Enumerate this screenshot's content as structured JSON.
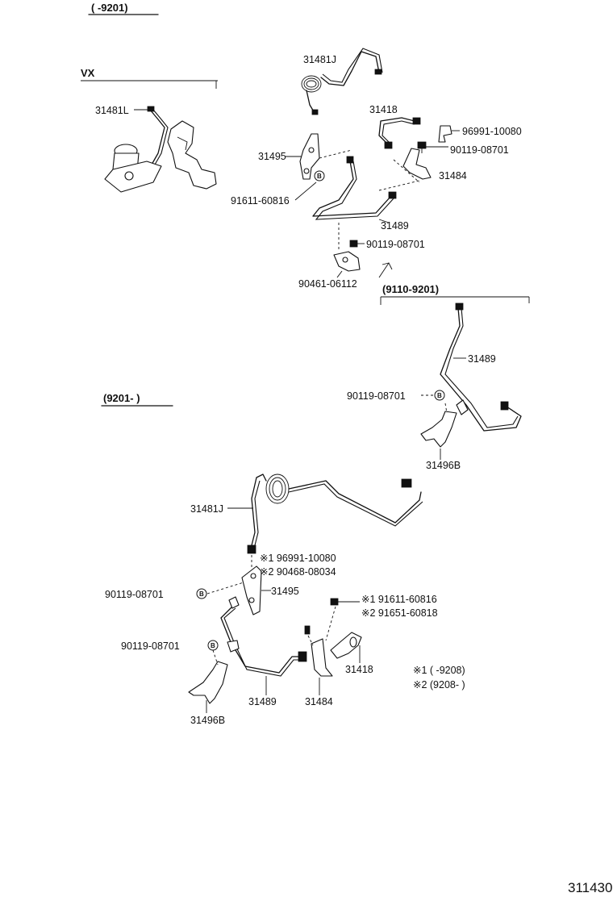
{
  "headers": {
    "h1": "(     -9201)",
    "vx": "VX",
    "h2": "(9110-9201)",
    "h3": "(9201-      )"
  },
  "labels": {
    "p31481J_a": "31481J",
    "p31418_a": "31418",
    "p96991_a": "96991-10080",
    "p90119_a": "90119-08701",
    "p31495_a": "31495",
    "p31484_a": "31484",
    "p91611_a": "91611-60816",
    "p31489_a": "31489",
    "p90119_b": "90119-08701",
    "p90461": "90461-06112",
    "p31481L": "31481L",
    "p31489_b": "31489",
    "p90119_c": "90119-08701",
    "p31496B_a": "31496B",
    "p31481J_b": "31481J",
    "n1_96991": "※1 96991-10080",
    "n2_90468": "※2 90468-08034",
    "p90119_d": "90119-08701",
    "p31495_b": "31495",
    "n1_91611": "※1 91611-60816",
    "n2_91651": "※2 91651-60818",
    "p90119_e": "90119-08701",
    "p31418_b": "31418",
    "p31489_c": "31489",
    "p31484_b": "31484",
    "p31496B_b": "31496B",
    "note1": "※1 (      -9208)",
    "note2": "※2 (9208-      )",
    "figure_no": "311430"
  },
  "markers": {
    "b": "B"
  },
  "icons": [
    "clutch-line-pipe",
    "master-cylinder",
    "flexible-hose",
    "bracket",
    "bolt",
    "clip",
    "b-marker"
  ]
}
